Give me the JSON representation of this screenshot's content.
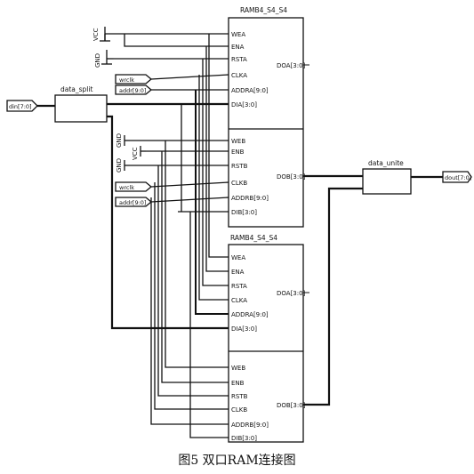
{
  "caption": "图5 双口RAM连接图",
  "blocks": {
    "ram_top": {
      "title": "RAMB4_S4_S4",
      "a_ports": [
        "WEA",
        "ENA",
        "RSTA",
        "CLKA",
        "ADDRA[9:0]",
        "DIA[3:0]"
      ],
      "b_ports": [
        "WEB",
        "ENB",
        "RSTB",
        "CLKB",
        "ADDRB[9:0]",
        "DIB[3:0]"
      ],
      "out_a": "DOA[3:0]",
      "out_b": "DOB[3:0]"
    },
    "ram_bottom": {
      "title": "RAMB4_S4_S4",
      "a_ports": [
        "WEA",
        "ENA",
        "RSTA",
        "CLKA",
        "ADDRA[9:0]",
        "DIA[3:0]"
      ],
      "b_ports": [
        "WEB",
        "ENB",
        "RSTB",
        "CLKB",
        "ADDRB[9:0]",
        "DIB[3:0]"
      ],
      "out_a": "DOA[3:0]",
      "out_b": "DOB[3:0]"
    },
    "data_split": {
      "title": "data_split"
    },
    "data_unite": {
      "title": "data_unite"
    }
  },
  "power": {
    "vcc_top": "VCC",
    "gnd_top": "GND",
    "gnd_mid": "GND",
    "gnd_mid2": "GND",
    "vcc_mid": "VCC"
  },
  "io_tags": {
    "din": "din[7:0]",
    "dout": "dout[7:0]",
    "wrclk_a": "wrclk",
    "addr_a": "addr[9:0]",
    "wrclk_b": "wrclk",
    "addr_b": "addr[9:0]"
  }
}
